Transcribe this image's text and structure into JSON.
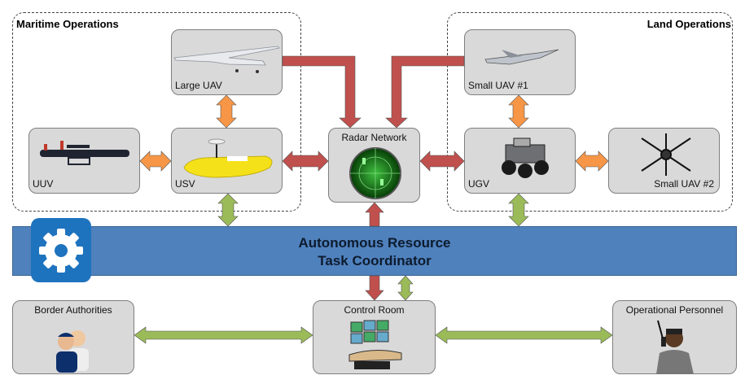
{
  "groups": {
    "maritime": "Maritime Operations",
    "land": "Land Operations"
  },
  "nodes": {
    "large_uav": "Large UAV",
    "uuv": "UUV",
    "usv": "USV",
    "radar": "Radar Network",
    "small_uav_1": "Small UAV #1",
    "ugv": "UGV",
    "small_uav_2": "Small UAV #2",
    "border": "Border Authorities",
    "control": "Control Room",
    "personnel": "Operational Personnel"
  },
  "coordinator": {
    "line1": "Autonomous Resource",
    "line2": "Task Coordinator",
    "icon": "gear-icon"
  },
  "colors": {
    "sensor_link": "#c0504d",
    "peer_link": "#f79646",
    "command_link": "#9bbb59",
    "coordinator": "#4f81bd",
    "node_bg": "#d9d9d9"
  }
}
